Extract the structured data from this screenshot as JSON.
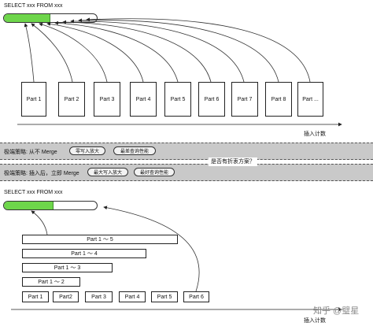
{
  "top": {
    "sql_label": "SELECT xxx FROM xxx",
    "parts": [
      "Part 1",
      "Part 2",
      "Part 3",
      "Part 4",
      "Part 5",
      "Part 6",
      "Part 7",
      "Part 8",
      "Part ..."
    ],
    "axis_label": "插入计数"
  },
  "strategies": {
    "no_merge": {
      "label": "极端策略: 从不 Merge",
      "tag1": "零写入放大",
      "tag2": "最差查询性能"
    },
    "question": "是否有折衷方案？",
    "immediate_merge": {
      "label": "极端策略: 插入后，立即 Merge",
      "tag1": "最大写入放大",
      "tag2": "最好查询性能"
    }
  },
  "bottom": {
    "sql_label": "SELECT xxx FROM xxx",
    "ranges": [
      "Part 1 ～ 5",
      "Part 1 ～ 4",
      "Part 1 ～ 3",
      "Part 1 ～ 2"
    ],
    "parts": [
      "Part 1",
      "Part2",
      "Part 3",
      "Part 4",
      "Part 5",
      "Part 6"
    ],
    "axis_label": "插入计数"
  },
  "watermark": "知乎 @璧星",
  "colors": {
    "capsule_fill": "#6ed64b",
    "band": "#c9c9c9"
  }
}
